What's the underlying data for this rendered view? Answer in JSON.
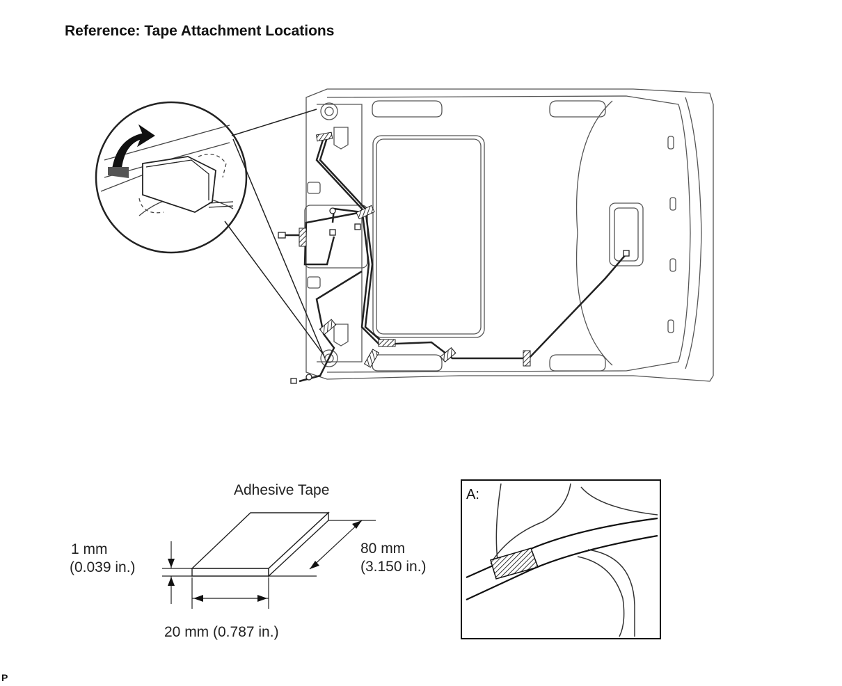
{
  "title": "Reference: Tape Attachment Locations",
  "tape": {
    "heading": "Adhesive Tape",
    "thickness_mm": "1 mm",
    "thickness_in": "(0.039 in.)",
    "length_mm": "80 mm",
    "length_in": "(3.150 in.)",
    "width": "20 mm (0.787 in.)"
  },
  "inset": {
    "label": "A:"
  },
  "footer": {
    "code": "P"
  }
}
